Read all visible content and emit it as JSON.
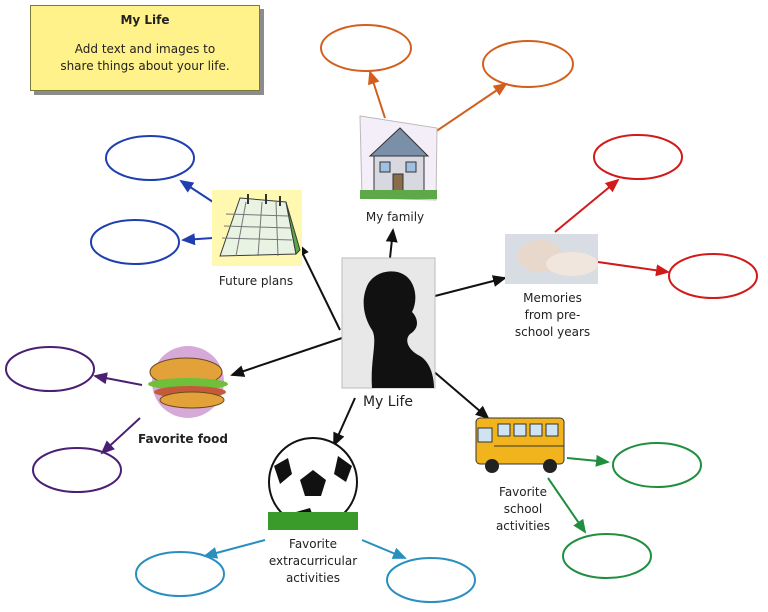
{
  "note": {
    "title": "My Life",
    "body_line1": "Add text and images to",
    "body_line2": "share things about your life."
  },
  "center": {
    "label": "My Life"
  },
  "topics": {
    "family": {
      "label": "My family",
      "color": "#d35f1e"
    },
    "future": {
      "label": "Future plans",
      "color": "#1f3fb0"
    },
    "memories": {
      "line1": "Memories",
      "line2": "from pre-",
      "line3": "school years",
      "color": "#d11a1a"
    },
    "food": {
      "label": "Favorite food",
      "color": "#4b1f73"
    },
    "extracurricular": {
      "line1": "Favorite",
      "line2": "extracurricular",
      "line3": "activities",
      "color": "#2a8fbf"
    },
    "school": {
      "line1": "Favorite",
      "line2": "school",
      "line3": "activities",
      "color": "#1f8f3f"
    }
  }
}
